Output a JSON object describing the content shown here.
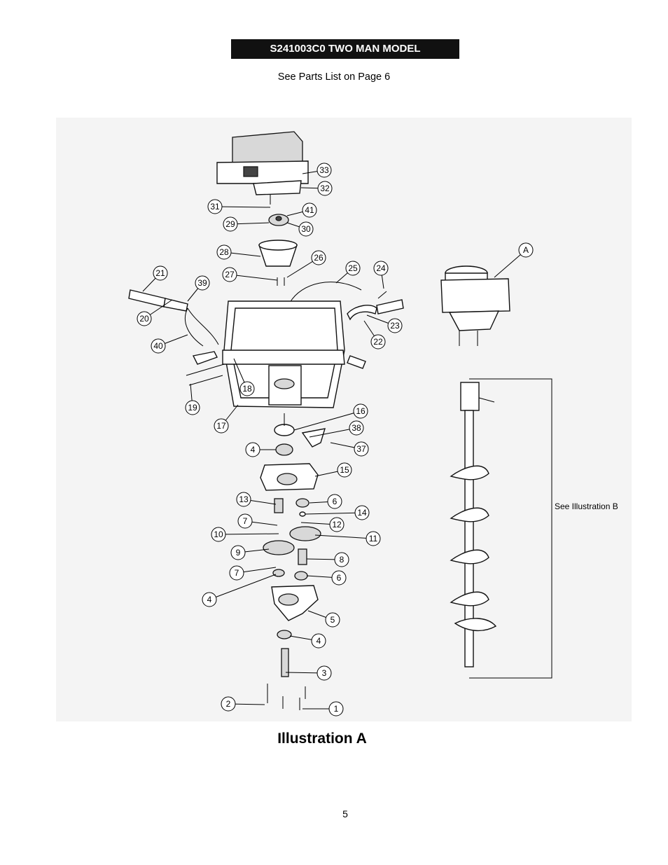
{
  "header": {
    "title": "S241003C0 TWO MAN MODEL"
  },
  "subtitle": "See Parts List on Page 6",
  "callouts": [
    "33",
    "32",
    "31",
    "41",
    "29",
    "30",
    "28",
    "26",
    "27",
    "25",
    "24",
    "21",
    "39",
    "20",
    "40",
    "23",
    "22",
    "18",
    "19",
    "17",
    "16",
    "38",
    "4",
    "37",
    "15",
    "13",
    "6",
    "14",
    "7",
    "12",
    "10",
    "11",
    "9",
    "8",
    "7",
    "6",
    "4",
    "5",
    "4",
    "3",
    "2",
    "1",
    "A"
  ],
  "annotation": "See Illustration B",
  "caption": "Illustration  A",
  "page_number": "5"
}
